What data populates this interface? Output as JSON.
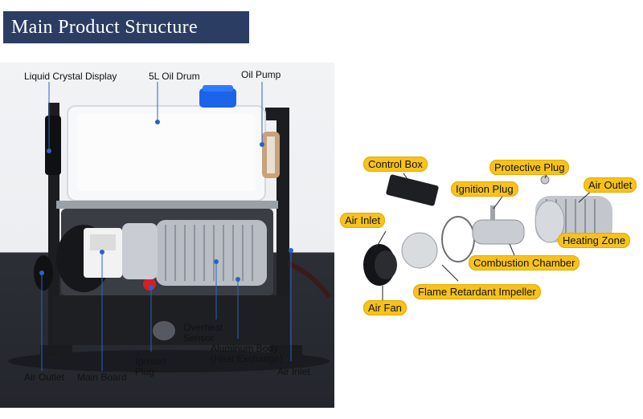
{
  "title": "Main Product Structure",
  "left_labels": {
    "lcd": "Liquid Crystal Display",
    "oil_drum": "5L Oil Drum",
    "oil_pump": "Oil Pump",
    "overheat_sensor": "Overheat Sensor",
    "aluminum_body": "Aluminum Body (Heat Exchange)",
    "ignition_plug": "Ignition Plug",
    "air_outlet": "Air Outlet",
    "main_board": "Main Board",
    "air_inlet": "Air Inlet"
  },
  "right_labels": {
    "control_box": "Control Box",
    "protective_plug": "Protective Plug",
    "ignition_plug": "Ignition Plug",
    "air_outlet": "Air Outlet",
    "air_inlet": "Air Inlet",
    "heating_zone": "Heating Zone",
    "combustion_chamber": "Combustion Chamber",
    "flame_retardant_impeller": "Flame Retardant Impeller",
    "air_fan": "Air Fan"
  }
}
